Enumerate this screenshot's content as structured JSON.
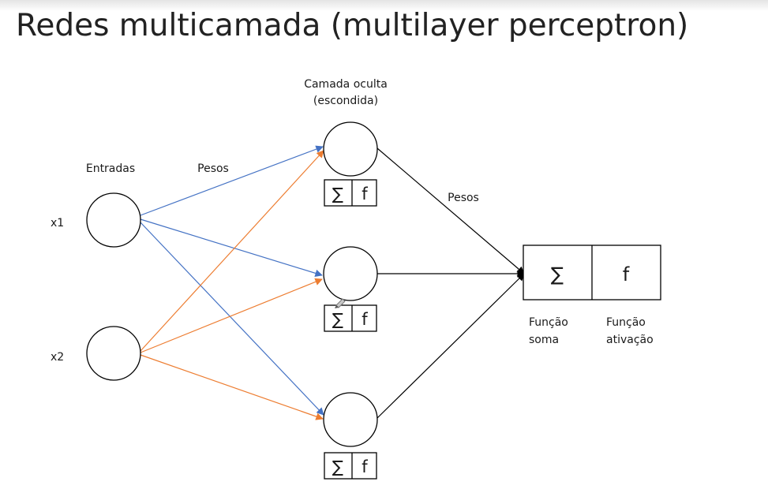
{
  "title": "Redes multicamada (multilayer perceptron)",
  "labels": {
    "inputs": "Entradas",
    "weights_in": "Pesos",
    "weights_out": "Pesos",
    "hidden_line1": "Camada oculta",
    "hidden_line2": "(escondida)",
    "x1": "x1",
    "x2": "x2",
    "sum_func_line1": "Função",
    "sum_func_line2": "soma",
    "act_func_line1": "Função",
    "act_func_line2": "ativação"
  },
  "symbols": {
    "sum": "∑",
    "act": "f"
  },
  "colors": {
    "x1_connections": "#4472c4",
    "x2_connections": "#ed7d31",
    "output_connections": "#000000"
  }
}
